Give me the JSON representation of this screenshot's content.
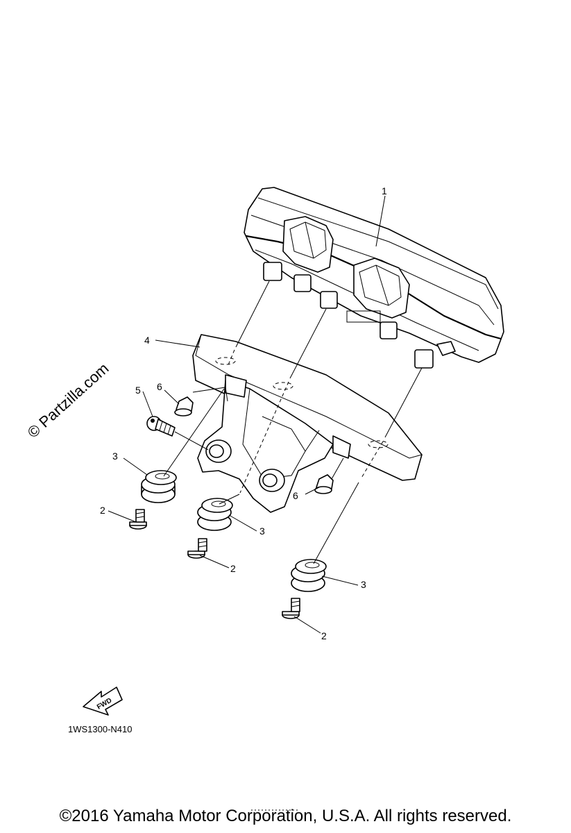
{
  "watermark": "© Partzilla.com",
  "callouts": {
    "c1": "1",
    "c4": "4",
    "c5": "5",
    "c6a": "6",
    "c6b": "6",
    "c3a": "3",
    "c3b": "3",
    "c3c": "3",
    "c2a": "2",
    "c2b": "2",
    "c2c": "2"
  },
  "fwd_label": "FWD",
  "diagram_code": "1WS1300-N410",
  "copyright": "©2016 Yamaha Motor Corporation, U.S.A. All rights reserved."
}
